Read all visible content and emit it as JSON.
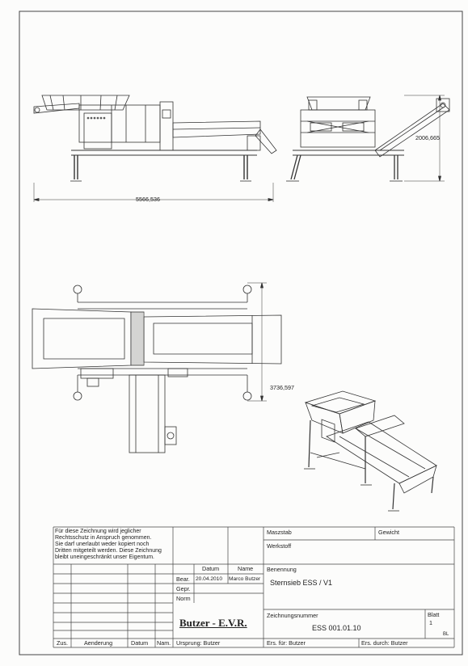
{
  "views": {
    "side_length": "5566,536",
    "end_height": "2006,665",
    "top_width": "3736,597"
  },
  "title_block": {
    "copyright_note": [
      "Für diese Zeichnung wird jeglicher",
      "Rechtsschutz in Anspruch genommen.",
      "Sie darf unerlaubt weder kopiert noch",
      "Dritten mitgeteilt werden. Diese Zeichnung",
      "bleibt uneingeschränkt unser Eigentum."
    ],
    "massstab_label": "Maszstab",
    "gewicht_label": "Gewicht",
    "werkstoff_label": "Werkstoff",
    "datum_label": "Datum",
    "name_label": "Name",
    "bearb_label": "Bear.",
    "bearb_date": "20.04.2010",
    "bearb_name": "Marco Butzer",
    "gepr_label": "Gepr.",
    "norm_label": "Norm",
    "benennung_label": "Benennung",
    "benennung_value": "Sternsieb ESS / V1",
    "zeichnungsnummer_label": "Zeichnungsnummer",
    "zeichnungsnummer_value": "ESS 001.01.10",
    "blatt_label": "Blatt",
    "blatt_value": "1",
    "blatt_suffix": "BL",
    "company": "Butzer - E.V.R.",
    "ursprung": "Ursprung: Butzer",
    "ers_fuer": "Ers. für: Butzer",
    "ers_durch": "Ers. durch: Butzer",
    "zus_label": "Zus.",
    "aenderung_label": "Aenderung",
    "datum2_label": "Datum",
    "name2_label": "Nam."
  }
}
